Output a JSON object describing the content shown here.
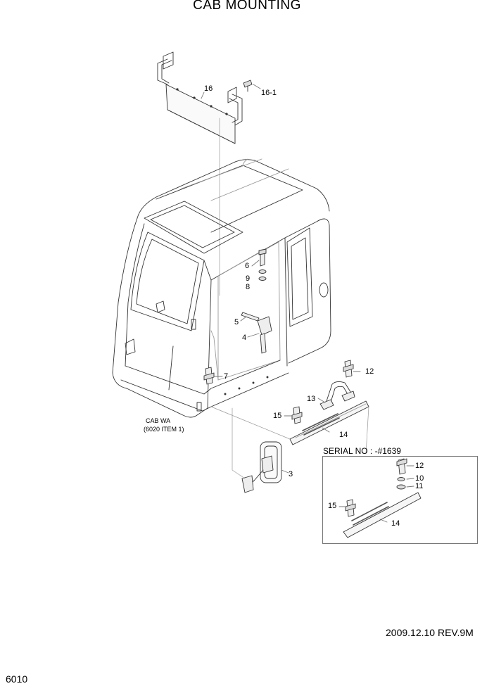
{
  "title": "CAB MOUNTING",
  "cab_note": [
    "CAB WA",
    "(6020 ITEM 1)"
  ],
  "serial_label": "SERIAL NO : -#1639",
  "revision": "2009.12.10  REV.9M",
  "page_number": "6010",
  "parts": {
    "p16": "16",
    "p16_1": "16-1",
    "p6": "6",
    "p9": "9",
    "p8": "8",
    "p5": "5",
    "p4": "4",
    "p7": "7",
    "p12": "12",
    "p13": "13",
    "p15": "15",
    "p14": "14",
    "p3": "3",
    "i12": "12",
    "i10": "10",
    "i11": "11",
    "i15": "15",
    "i14": "14"
  }
}
